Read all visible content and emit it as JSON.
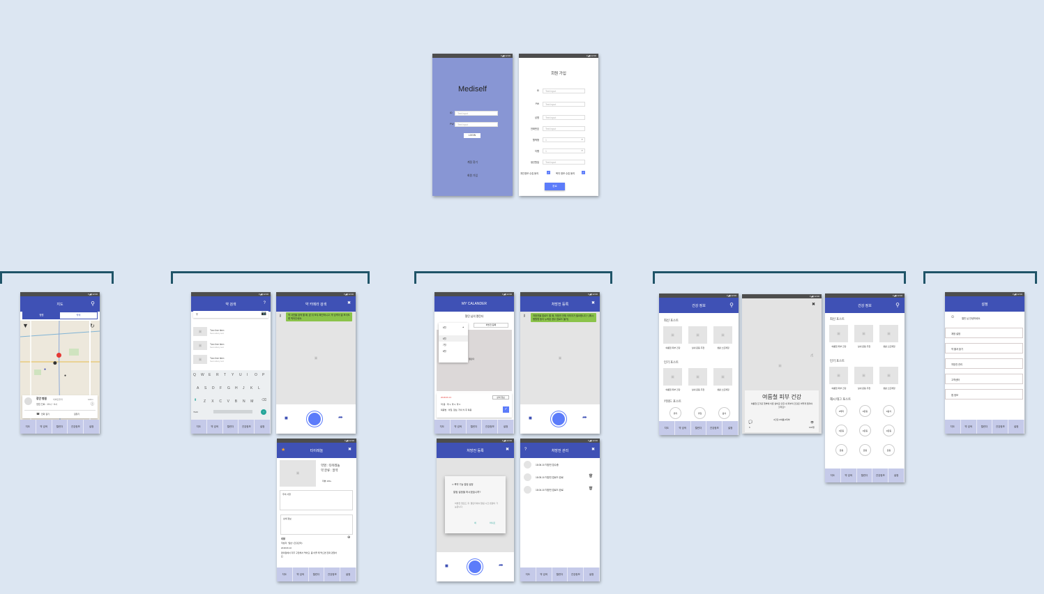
{
  "status": {
    "time": "12:00"
  },
  "nav": [
    "지도",
    "약 검색",
    "캘린더",
    "건강정보",
    "설정"
  ],
  "colors": {
    "primary": "#3f51b5",
    "login_bg": "#8896d4",
    "nav_bg": "#c5cae9",
    "tip": "#8bc34a",
    "accent": "#5c7cfa",
    "bracket": "#1f5468"
  },
  "login": {
    "title": "Mediself",
    "id_label": "ID",
    "pw_label": "PW",
    "placeholder": "Text Input",
    "login_button": "LOGIN",
    "find_account": "계정 찾기",
    "signup": "회원 가입"
  },
  "signup": {
    "title": "회원 가입",
    "fields": [
      {
        "label": "ID",
        "value": "Text Input"
      },
      {
        "label": "PW",
        "value": "Text Input"
      },
      {
        "label": "성명",
        "value": "Text Input"
      },
      {
        "label": "전화번호",
        "value": "Text Input"
      },
      {
        "label": "혈액형",
        "value": "1"
      },
      {
        "label": "지병",
        "value": "1"
      },
      {
        "label": "생년월일",
        "value": "Text Input"
      }
    ],
    "agree_privacy": "개인정보 수집 동의",
    "agree_welfare": "복지 정보 수집 동의",
    "submit": "완료"
  },
  "map": {
    "title": "지도",
    "tabs": [
      "병원",
      "약국"
    ],
    "place_name": "장안 병원",
    "place_type": "이비인후과",
    "distance": "100m",
    "hours": "영업 진료 : 10시 ~ 6시",
    "call": "전화 걸기",
    "directions": "길찾기"
  },
  "search": {
    "title": "약 검색",
    "items": [
      {
        "primary": "Two line item",
        "secondary": "Secondary text"
      },
      {
        "primary": "Two line item",
        "secondary": "Secondary text"
      },
      {
        "primary": "Two line item",
        "secondary": "Secondary text"
      }
    ],
    "keys": [
      [
        "Q",
        "W",
        "E",
        "R",
        "T",
        "Y",
        "U",
        "I",
        "O",
        "P"
      ],
      [
        "A",
        "S",
        "D",
        "F",
        "G",
        "H",
        "J",
        "K",
        "L"
      ],
      [
        "Z",
        "X",
        "C",
        "V",
        "B",
        "N",
        "M"
      ]
    ],
    "symbols_key": "?123"
  },
  "camera": {
    "title": "약 카메라 검색",
    "tip": "약 사진을 검색 할 때, 앞 뒤 모두 확인하시고, 약 성격이 잘 보이도록 찍어주세요."
  },
  "detail": {
    "title": "타이레놀",
    "name": "약명 : 타이레놀",
    "category": "약 분류 : 알약",
    "reviews_count": "리뷰 100+",
    "caution": "주의 사항",
    "info": "상세 정보",
    "review_header": "리뷰",
    "reviewer": "작성자: '일반' (건강관리)",
    "review_date": "2018.06.10",
    "review_text": "편의점에서 자주 구입해서 먹어요. 좀 아플 때 먹으면 진짜 괜찮아요."
  },
  "calendar": {
    "title": "MY CALANDER",
    "subtitle": "철민 님의 캘린더",
    "month": "6월",
    "options": [
      "6월",
      "7월",
      "8월"
    ],
    "register_button": "처방전 등록",
    "calendar_label": "캘린더",
    "date": "2018.06.13",
    "detail_button": "상세 정보",
    "drugs": "약 종 : 약 1, 약 2, 약 3",
    "method": "복용법 : 아침, 점심, 저녁 식 후 복용"
  },
  "rx_register": {
    "title": "처방전 등록",
    "tip": "처방전을 업로드 할 때, 처방전 전체 이미지가 필요합니다 ! (예시: 병원명 등이 누락된 경우 업로드 불가)"
  },
  "rx_dialog": {
    "title": "처방전 등록",
    "dialog_title": "복약 기능 알림 설정",
    "question": "알림 설정을 하시겠습니까?",
    "note": "처방전 업로드 후, 캘린더에서 알림 시간 변경이 가능합니다.",
    "yes": "네",
    "no": "아니오"
  },
  "rx_manage": {
    "title": "처방전 관리",
    "items": [
      "18.06.10 처방전 접수중",
      "18.05.10 처방전 업로드 완료",
      "18.04.10 처방전 업로드 완료"
    ]
  },
  "health": {
    "title": "건강 정보",
    "latest": "최신 포스트",
    "popular": "인기 포스트",
    "keyword": "키워드 포스트",
    "posts": [
      "여름철 피부 건강",
      "실내 운동 추천",
      "생활 스트레칭"
    ],
    "keywords": [
      "유리",
      "과일",
      "음식"
    ]
  },
  "post": {
    "title": "여름철 피부 건강",
    "desc": "여름철 뜨거운 햇볕에 이른 살비로 인한 내 피부의 건강은 어떻게 챙겨야 할까요?",
    "tags": "#건강 #여름 #피부",
    "comments": "6",
    "views": "100명"
  },
  "health2": {
    "title": "건강 정보",
    "latest": "최신 포스트",
    "popular": "인기 포스트",
    "hashtag": "해시 태그 포스트",
    "posts": [
      "여름철 피부 건강",
      "실내 운동 추천",
      "생활 스트레칭"
    ],
    "tags": [
      "#해피",
      "#운동",
      "#음식",
      "#운동",
      "#운동",
      "#운동",
      "운동",
      "운동",
      "운동"
    ]
  },
  "settings": {
    "title": "설정",
    "greeting": "철민 님 안녕하세요.",
    "items": [
      "계정 설정",
      "약 즐겨 찾기",
      "처방전 관리",
      "고객센터",
      "앱 정보"
    ]
  }
}
